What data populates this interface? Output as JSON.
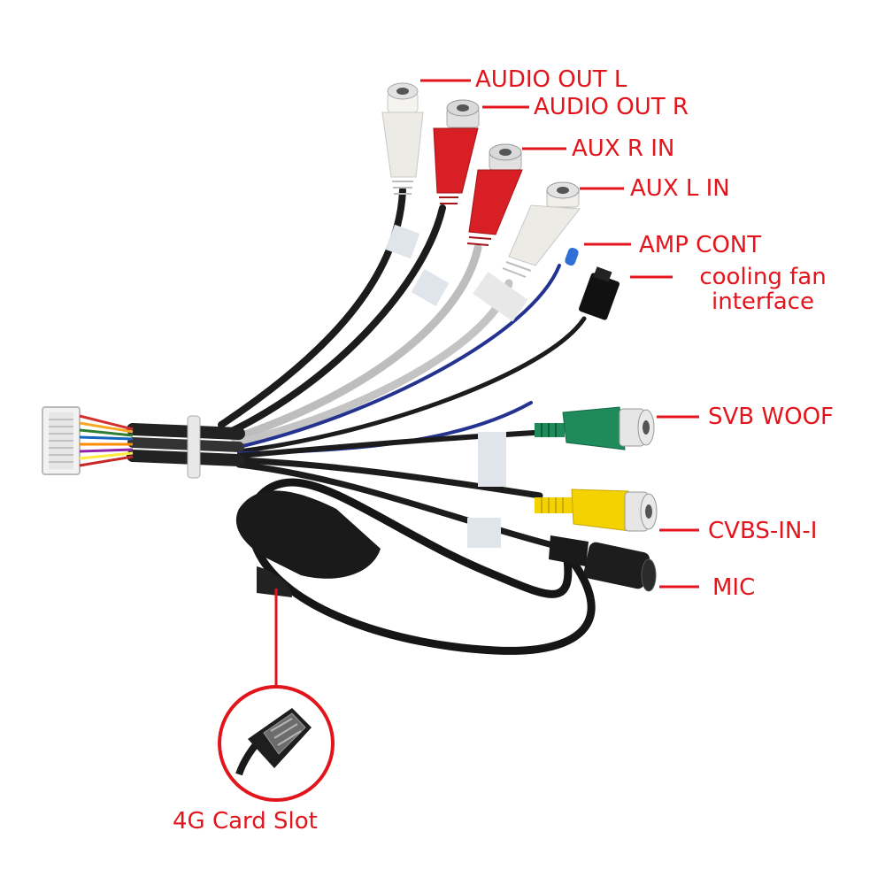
{
  "labels": {
    "audio_out_l": "AUDIO OUT L",
    "audio_out_r": "AUDIO OUT R",
    "aux_r_in": "AUX R IN",
    "aux_l_in": "AUX L IN",
    "amp_cont": "AMP CONT",
    "cooling_fan_line1": "cooling fan",
    "cooling_fan_line2": "interface",
    "svb_woof": "SVB WOOF",
    "cvbs_in": "CVBS-IN-I",
    "mic": "MIC",
    "card_slot": "4G Card Slot"
  },
  "colors": {
    "label_red": "#e3151c",
    "cable_black": "#1a1a1a",
    "cable_grey": "#b8b8b8",
    "cable_blue": "#23338f",
    "rca_white": "#ecebe6",
    "rca_red": "#d81f26",
    "rca_green": "#1f8a5a",
    "rca_yellow": "#f4d200"
  }
}
